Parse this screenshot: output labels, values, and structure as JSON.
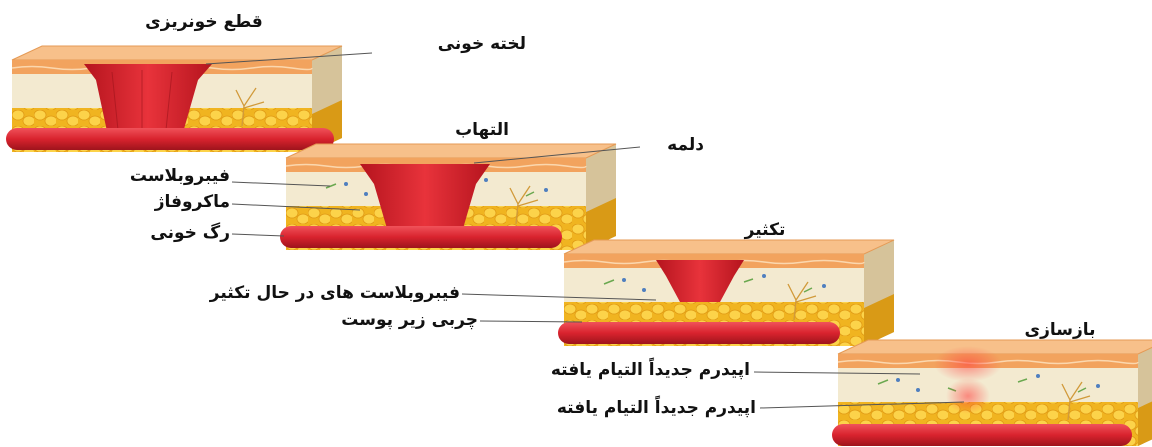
{
  "labels": {
    "stage1_title": "قطع خونریزی",
    "blood_clot": "لخته خونی",
    "stage2_title": "التهاب",
    "scab": "دلمه",
    "fibroblast": "فیبروبلاست",
    "macrophage": "ماکروفاژ",
    "blood_vessel": "رگ خونی",
    "stage3_title": "تکثیر",
    "proliferating_fibroblasts": "فیبروبلاست های در حال تکثیر",
    "subcutaneous_fat": "چربی زیر پوست",
    "stage4_title": "بازسازی",
    "healed_epidermis_1": "اپیدرم جدیداً التیام یافته",
    "healed_epidermis_2": "اپیدرم جدیداً التیام یافته"
  },
  "colors": {
    "epidermis": "#f2a35e",
    "epidermis_top": "#f7c08a",
    "dermis": "#f3ead0",
    "fat": "#f6c830",
    "vessel": "#d9232e",
    "clot": "#d8262f",
    "leader": "#555555"
  }
}
